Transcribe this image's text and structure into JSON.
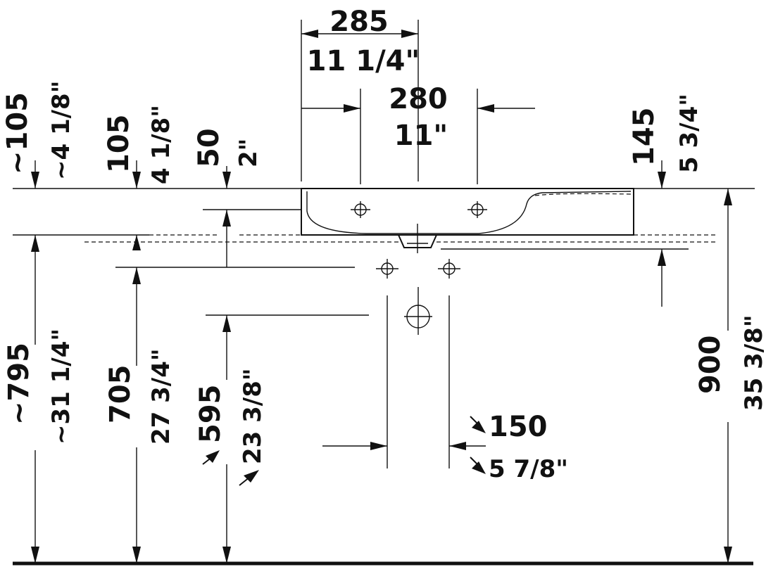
{
  "dims": {
    "top_width_mm": "285",
    "top_width_in": "11 1/4\"",
    "holes_mm": "280",
    "holes_in": "11\"",
    "left_a_mm": "~105",
    "left_a_in": "~4 1/8\"",
    "left_b_mm": "105",
    "left_b_in": "4 1/8\"",
    "left_c_mm": "50",
    "left_c_in": "2\"",
    "right_mm": "145",
    "right_in": "5 3/4\"",
    "h795_mm": "~795",
    "h795_in": "~31 1/4\"",
    "h705_mm": "705",
    "h705_in": "27 3/4\"",
    "h595_mm": "595",
    "h595_in": "23 3/8\"",
    "h900_mm": "900",
    "h900_in": "35 3/8\"",
    "pipe_mm": "150",
    "pipe_in": "5 7/8\""
  },
  "colors": {
    "line": "#111111",
    "bg": "#ffffff"
  }
}
